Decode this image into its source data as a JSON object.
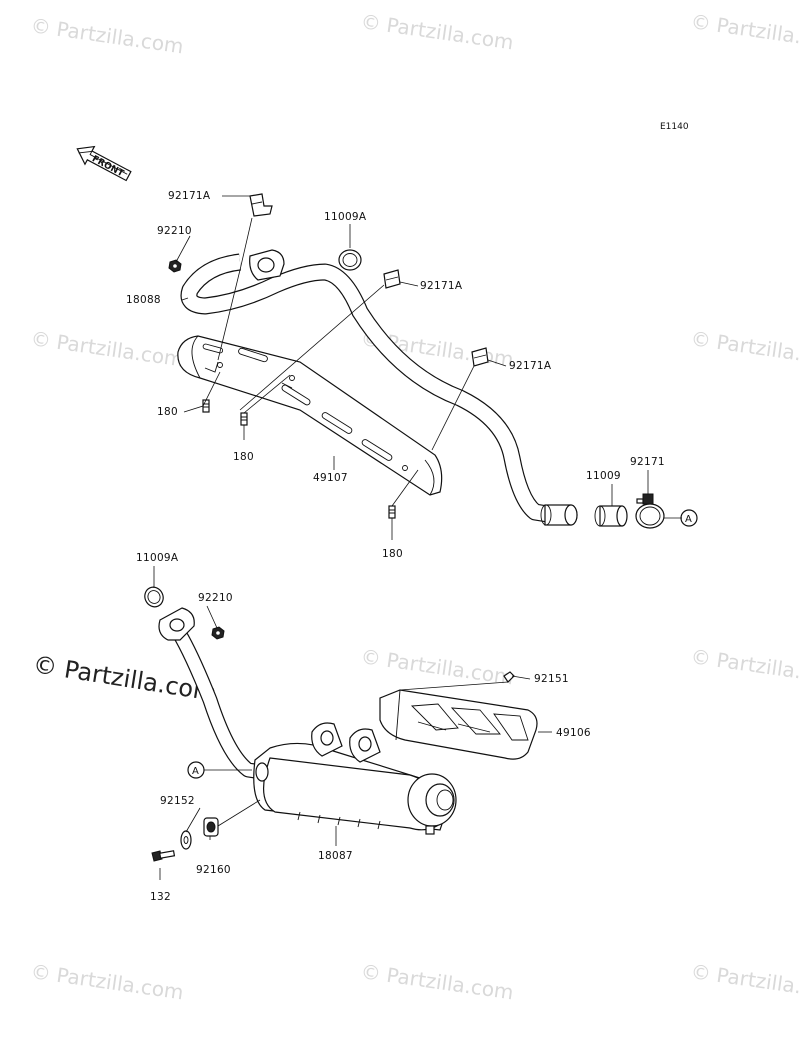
{
  "diagram": {
    "code": "E1140",
    "front_label": "FRONT",
    "connector_letter": "A",
    "parts": {
      "p92171A_1": "92171A",
      "p92210_1": "92210",
      "p11009A_1": "11009A",
      "p92171A_2": "92171A",
      "p18088": "18088",
      "p92171A_3": "92171A",
      "p180_1": "180",
      "p180_2": "180",
      "p49107": "49107",
      "p11009": "11009",
      "p92171": "92171",
      "p180_3": "180",
      "p11009A_2": "11009A",
      "p92210_2": "92210",
      "p92151": "92151",
      "p49106": "49106",
      "p92152": "92152",
      "p18087": "18087",
      "p92160": "92160",
      "p132": "132"
    }
  },
  "watermark": {
    "symbol": "©",
    "text": "Partzilla.com",
    "main_text": "© Partzilla.com"
  },
  "colors": {
    "ink": "#111111",
    "watermark": "#d9d9d9",
    "background": "#ffffff"
  }
}
